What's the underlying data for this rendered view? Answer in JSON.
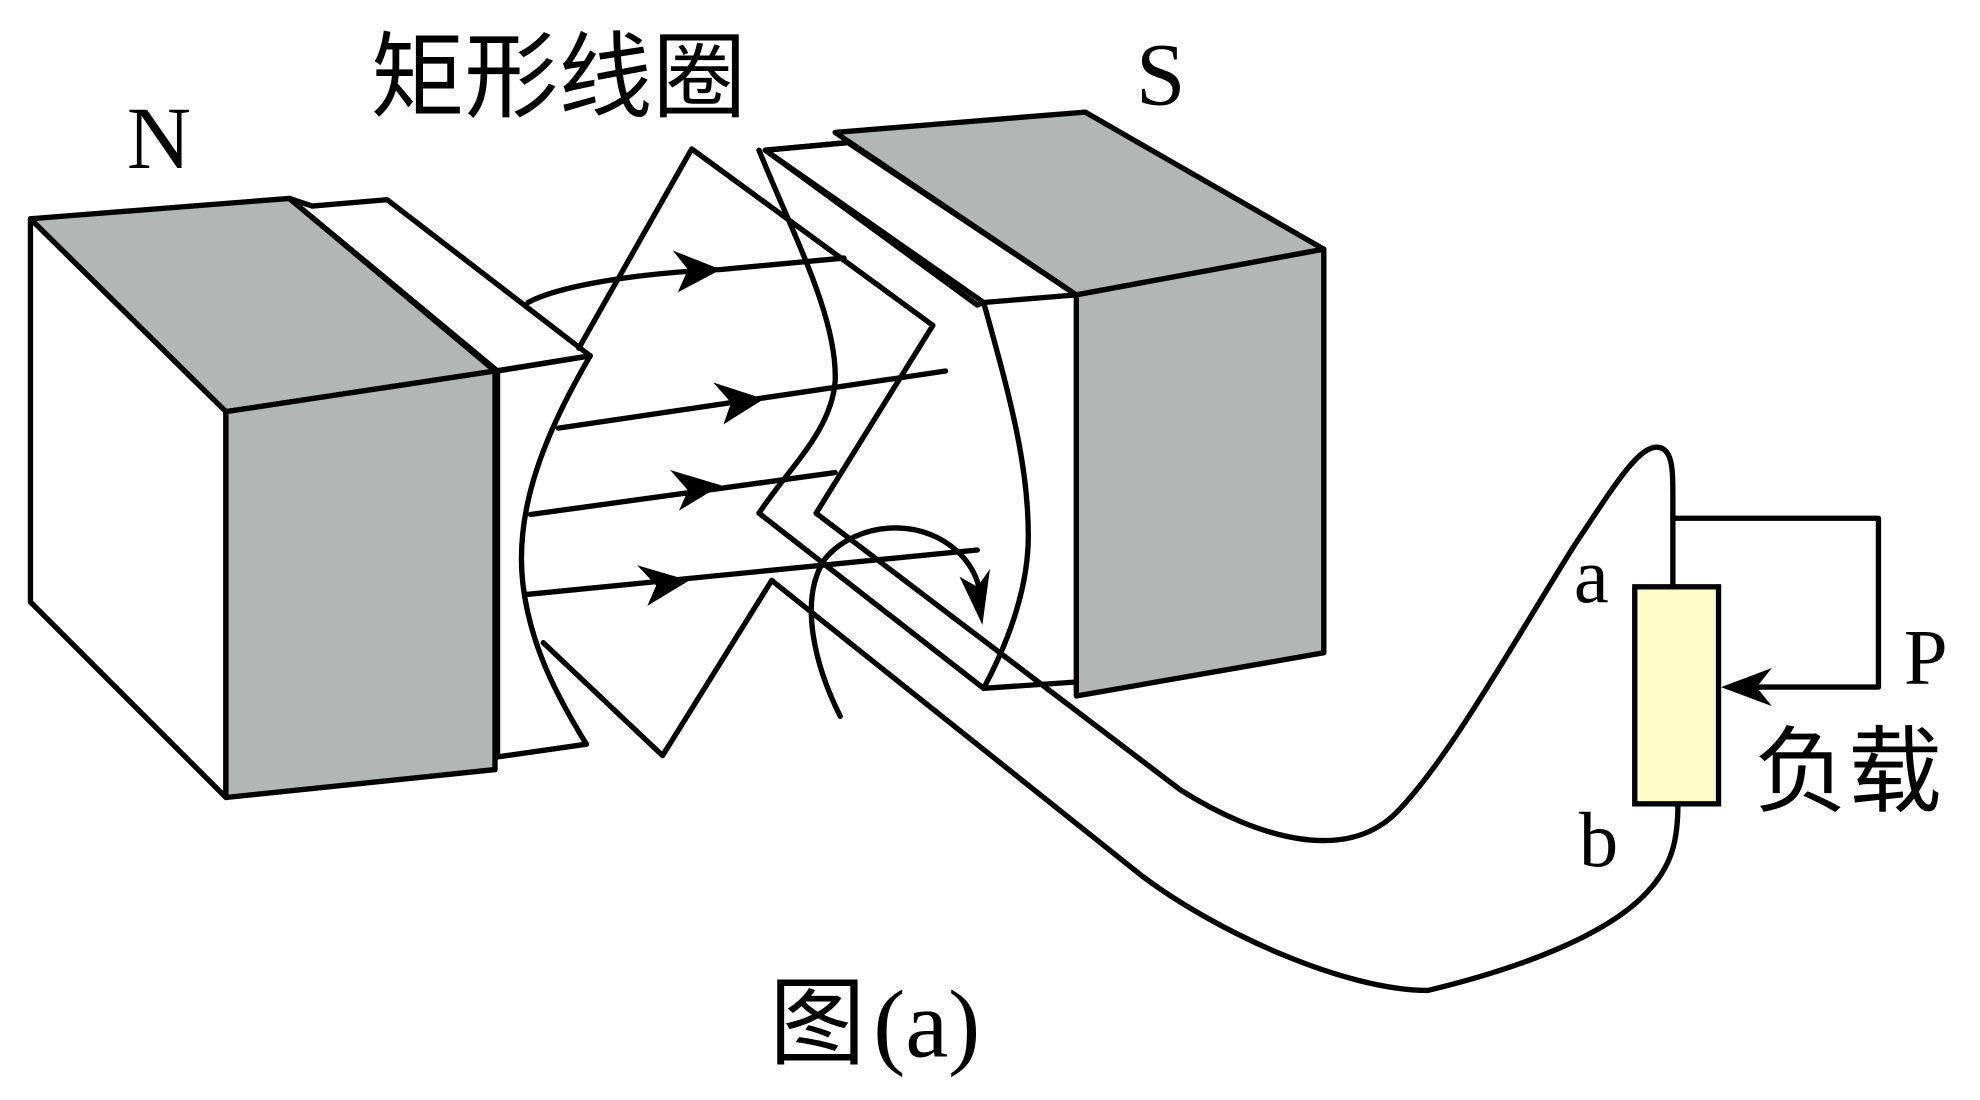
{
  "diagram": {
    "title": "图(a)",
    "labels": {
      "north_pole": "N",
      "south_pole": "S",
      "coil": "矩形线圈",
      "terminal_a": "a",
      "terminal_b": "b",
      "slider": "P",
      "load": "负载",
      "caption_prefix": "图",
      "caption_suffix": "(a)"
    },
    "components": [
      {
        "id": "north-magnet",
        "label": "N"
      },
      {
        "id": "south-magnet",
        "label": "S"
      },
      {
        "id": "rectangular-coil",
        "label": "矩形线圈"
      },
      {
        "id": "load-resistor",
        "label": "负载",
        "terminals": [
          "a",
          "b"
        ],
        "slider": "P"
      }
    ],
    "field_lines": 4,
    "rotation_indicator": "curved-arrow-clockwise",
    "colors": {
      "magnet_face": "#b4b6b5",
      "load_fill": "#fdfbc8",
      "stroke": "#000000",
      "background": "#ffffff"
    }
  }
}
